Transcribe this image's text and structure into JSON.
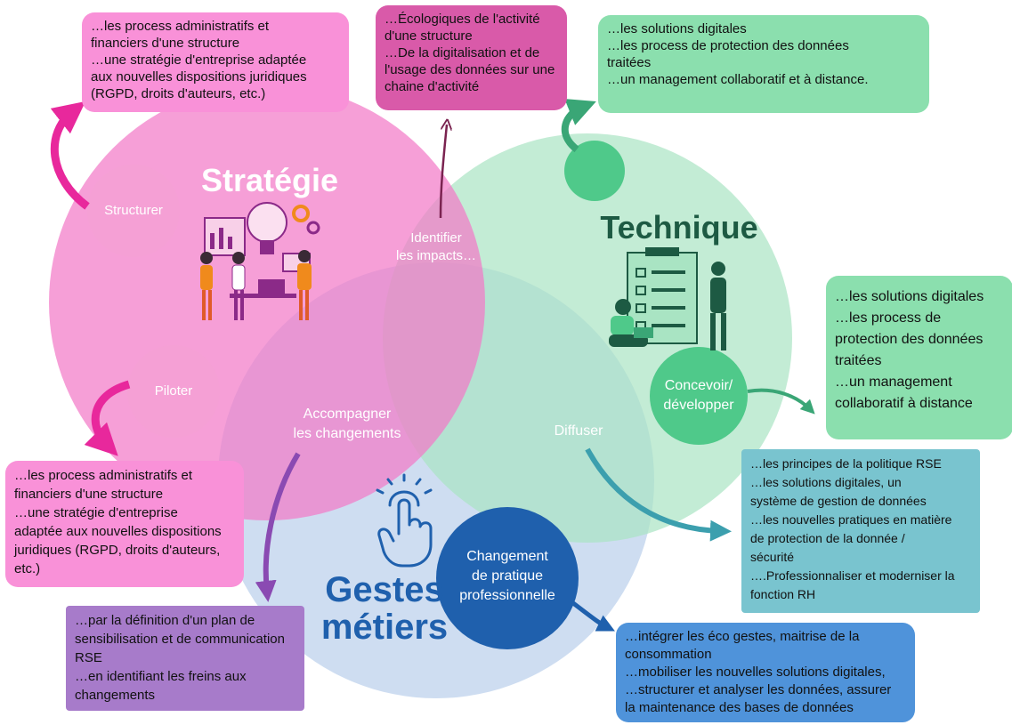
{
  "colors": {
    "strategie": "#f27ac7",
    "technique": "#a9e4c3",
    "gestes": "#c6d7ee",
    "box_pink": "#f991d8",
    "box_magenta": "#d95aa9",
    "box_green": "#8bdfae",
    "box_teal": "#79c4cf",
    "box_purple": "#a77bca",
    "box_blue": "#4f93da",
    "changement_circle": "#1f60ad",
    "technique_title": "#1d5a43",
    "gestes_title": "#1f60ad"
  },
  "circles": {
    "strategie_title": "Stratégie",
    "technique_title": "Technique",
    "gestes_title": [
      "Gestes",
      "métiers"
    ]
  },
  "verbs": {
    "structurer": "Structurer",
    "piloter": "Piloter",
    "identifier": [
      "Identifier",
      "les impacts…"
    ],
    "accompagner": [
      "Accompagner",
      "les changements"
    ],
    "diffuser": "Diffuser",
    "concevoir": [
      "Concevoir/",
      "développer"
    ],
    "changement": [
      "Changement",
      "de pratique",
      "professionnelle"
    ]
  },
  "boxes": {
    "top_left": [
      "…les process administratifs et",
      "financiers d'une structure",
      "…une stratégie d'entreprise adaptée",
      "aux nouvelles dispositions juridiques",
      "(RGPD, droits d'auteurs, etc.)"
    ],
    "top_center": [
      "…Écologiques de l'activité",
      "d'une structure",
      "…De la digitalisation et de",
      "l'usage des données sur une",
      "chaine d'activité"
    ],
    "top_right": [
      "…les solutions digitales",
      "…les process de protection des données",
      "traitées",
      "…un management collaboratif et à distance."
    ],
    "mid_right": [
      "…les solutions digitales",
      "…les process de",
      "protection des données",
      "traitées",
      "…un management",
      "collaboratif à distance"
    ],
    "left": [
      "…les process administratifs et",
      "financiers d'une structure",
      "…une stratégie d'entreprise",
      "adaptée aux nouvelles dispositions",
      "juridiques (RGPD, droits d'auteurs,",
      "etc.)"
    ],
    "right_teal": [
      "…les principes de la politique RSE",
      "…les solutions digitales, un",
      "système de gestion de données",
      "…les nouvelles pratiques en matière",
      "de protection de la donnée /",
      "sécurité",
      "….Professionnaliser et moderniser la",
      "fonction RH"
    ],
    "bottom_purple": [
      "…par la définition d'un plan de",
      "sensibilisation et de communication",
      "RSE",
      "…en identifiant les freins aux",
      "changements"
    ],
    "bottom_blue": [
      "…intégrer les éco gestes, maitrise de la",
      "consommation",
      "…mobiliser les nouvelles solutions digitales,",
      "…structurer et analyser les données, assurer",
      "la maintenance des bases de données"
    ]
  }
}
